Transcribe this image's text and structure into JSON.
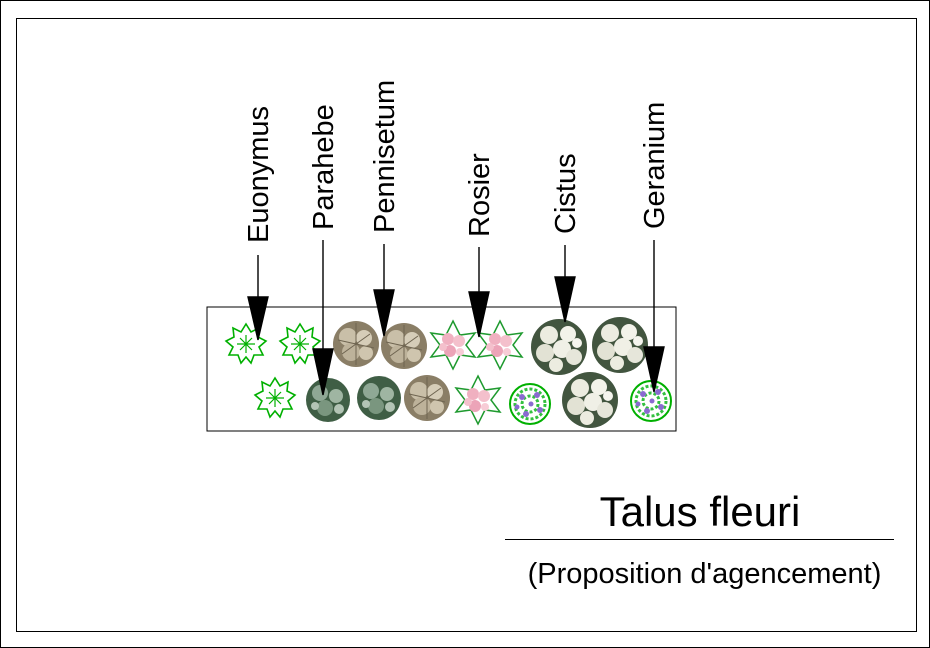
{
  "labels": [
    "Euonymus",
    "Parahebe",
    "Pennisetum",
    "Rosier",
    "Cistus",
    "Geranium"
  ],
  "title": "Talus fleuri",
  "subtitle": "(Proposition d'agencement)",
  "colors": {
    "euonymus": "#00c000",
    "parahebe": "#5f7d63",
    "pennisetum": "#b8ae98",
    "rosier": "#f0b4c4",
    "cistus": "#e8e8dc",
    "geranium": "#9a7cd8"
  }
}
